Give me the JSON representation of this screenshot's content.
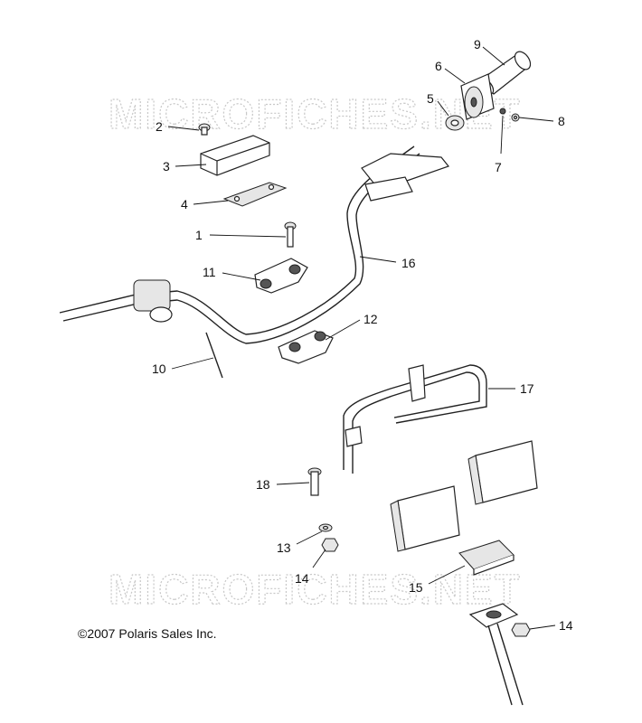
{
  "watermark": {
    "top": "MICROFICHES.NET",
    "bottom": "MICROFICHES.NET"
  },
  "copyright": "©2007 Polaris Sales Inc.",
  "callouts": {
    "c1": "1",
    "c2": "2",
    "c3": "3",
    "c4": "4",
    "c5": "5",
    "c6": "6",
    "c7": "7",
    "c8": "8",
    "c9": "9",
    "c10": "10",
    "c11": "11",
    "c12": "12",
    "c13": "13",
    "c14a": "14",
    "c14b": "14",
    "c15": "15",
    "c16": "16",
    "c17": "17",
    "c18": "18"
  }
}
